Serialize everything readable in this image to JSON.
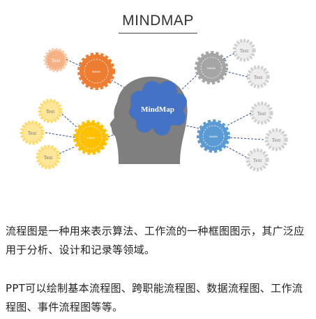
{
  "header": {
    "title": "MINDMAP"
  },
  "diagram": {
    "center_label": "MindMap",
    "gear_label": "Subtitle",
    "node_label": "Text",
    "colors": {
      "orange": "#EE7D31",
      "yellow": "#FFC000",
      "gray": "#A5A5A5",
      "blue": "#5B9BD5",
      "brain": "#4472C4",
      "head": "#7F7F7F"
    }
  },
  "body": {
    "paragraph1": "流程图是一种用来表示算法、工作流的一种框图图示，其广泛应用于分析、设计和记录等领域。",
    "paragraph2": "PPT可以绘制基本流程图、跨职能流程图、数据流程图、工作流程图、事件流程图等等。"
  }
}
